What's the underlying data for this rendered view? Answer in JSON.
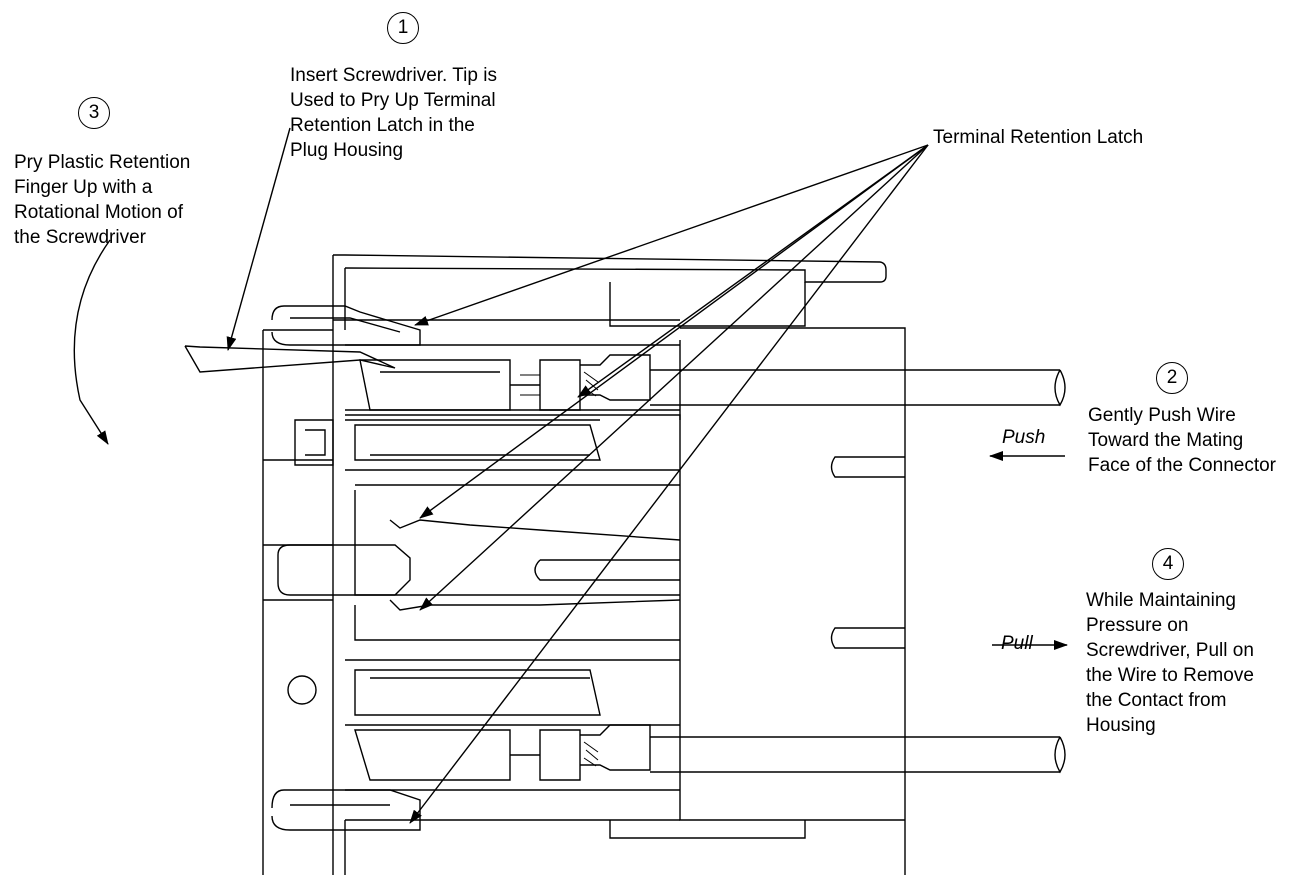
{
  "steps": [
    {
      "number": "1",
      "lines": [
        "Insert Screwdriver. Tip is",
        "Used to Pry Up Terminal",
        "Retention Latch in the",
        "Plug Housing"
      ]
    },
    {
      "number": "2",
      "lines": [
        "Gently Push Wire",
        "Toward the Mating",
        "Face of the Connector"
      ]
    },
    {
      "number": "3",
      "lines": [
        "Pry Plastic Retention",
        "Finger Up with a",
        "Rotational Motion of",
        "the Screwdriver"
      ]
    },
    {
      "number": "4",
      "lines": [
        "While Maintaining",
        "Pressure on",
        "Screwdriver, Pull on",
        "the Wire to Remove",
        "the Contact from",
        "Housing"
      ]
    }
  ],
  "callouts": {
    "latch": "Terminal Retention Latch",
    "push": "Push",
    "pull": "Pull"
  }
}
